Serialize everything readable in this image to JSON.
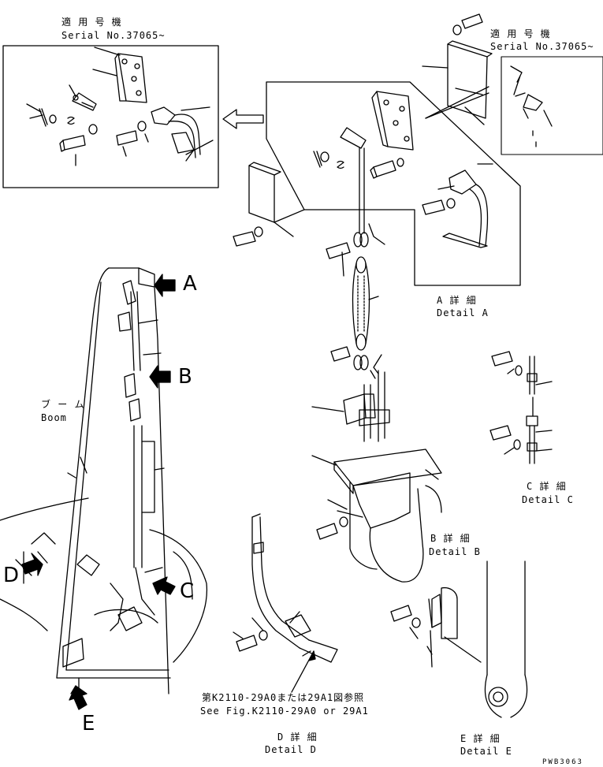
{
  "serial_left": {
    "line1": "適 用 号 機",
    "line2": "Serial No.37065~"
  },
  "serial_right": {
    "line1": "適 用 号 機",
    "line2": "Serial No.37065~"
  },
  "detail_a": {
    "jp": "A 詳 細",
    "en": "Detail A"
  },
  "detail_b": {
    "jp": "B 詳 細",
    "en": "Detail B"
  },
  "detail_c": {
    "jp": "C 詳 細",
    "en": "Detail C"
  },
  "detail_d": {
    "jp": "D 詳 細",
    "en": "Detail D"
  },
  "detail_e": {
    "jp": "E 詳 細",
    "en": "Detail E"
  },
  "boom": {
    "jp": "ブ ー ム",
    "en": "Boom"
  },
  "markers": {
    "a": "A",
    "b": "B",
    "c": "C",
    "d": "D",
    "e": "E"
  },
  "reference": {
    "jp": "第K2110-29A0または29A1図参照",
    "en": "See Fig.K2110-29A0 or 29A1"
  },
  "drawing_code": "PWB3063"
}
